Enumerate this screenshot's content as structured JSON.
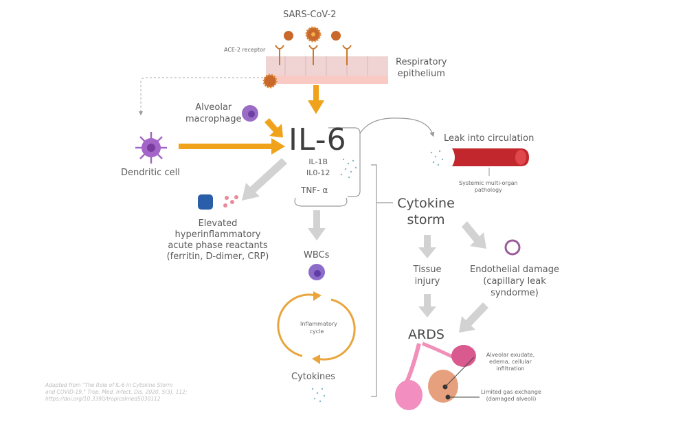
{
  "title": "SARS-CoV-2",
  "colors": {
    "orange_arrow": "#f0a21b",
    "gray_arrow": "#cfcfcf",
    "virus": "#c8682a",
    "cell_purple": "#9b6cc6",
    "epithelium": "#f2d6d6",
    "vessel": "#c1272d"
  },
  "labels": {
    "ace2": "ACE-2 receptor",
    "epithelium_line1": "Respiratory",
    "epithelium_line2": "epithelium",
    "macrophage_line1": "Alveolar",
    "macrophage_line2": "macrophage",
    "dendritic": "Dendritic cell",
    "il6": "IL-6",
    "il1b": "IL-1B",
    "il012": "IL0-12",
    "tnf": "TNF- α",
    "leak": "Leak into circulation",
    "systemic_line1": "Systemic multi-organ",
    "systemic_line2": "pathology",
    "reactants": [
      "Elevated",
      "hyperinflammatory",
      "acute phase reactants",
      "(ferritin, D-dimer, CRP)"
    ],
    "wbcs": "WBCs",
    "cycle_line1": "Inflammatory",
    "cycle_line2": "cycle",
    "cytokines": "Cytokines",
    "storm_line1": "Cytokine",
    "storm_line2": "storm",
    "tissue_line1": "Tissue",
    "tissue_line2": "injury",
    "endo": [
      "Endothelial damage",
      "(capillary leak",
      "syndorme)"
    ],
    "ards": "ARDS",
    "alveolar_exudate": [
      "Alveolar exudate,",
      "edema, cellular",
      "infiltration"
    ],
    "gas_exchange": [
      "Limited gas exchange",
      "(damaged alveoli)"
    ]
  },
  "citation": [
    "Adapted from \"The Role of IL-6 in Cytokine Storm",
    "and COVID-19,\" Trop. Med. Infect. Dis. 2020, 5(3), 112;",
    "https://doi.org/10.3390/tropicalmed5030112"
  ]
}
